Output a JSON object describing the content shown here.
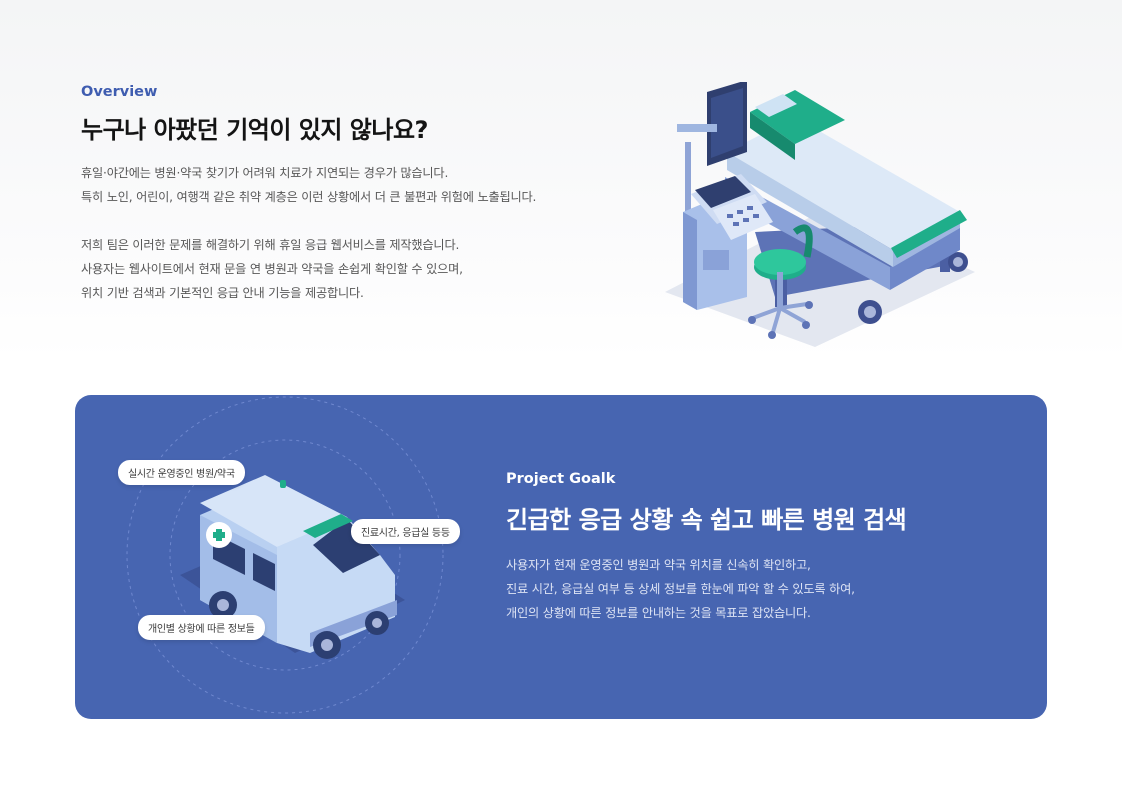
{
  "overview": {
    "eyebrow": "Overview",
    "headline": "누구나 아팠던 기억이 있지 않나요?",
    "paragraph1": [
      "휴일·야간에는 병원·약국 찾기가 어려워 치료가 지연되는 경우가 많습니다.",
      "특히 노인, 어린이, 여행객 같은 취약 계층은 이런 상황에서 더 큰 불편과 위험에 노출됩니다."
    ],
    "paragraph2": [
      "저희 팀은 이러한 문제를 해결하기 위해 휴일 응급 웹서비스를 제작했습니다.",
      "사용자는 웹사이트에서 현재 문을 연 병원과 약국을 손쉽게 확인할 수 있으며,",
      "위치 기반 검색과 기본적인 응급 안내 기능을 제공합니다."
    ],
    "illustration_icon": "hospital-bed-illustration"
  },
  "goal": {
    "eyebrow": "Project Goalk",
    "title": "긴급한 응급 상황 속 쉽고 빠른 병원 검색",
    "lines": [
      "사용자가 현재 운영중인 병원과 약국 위치를 신속히 확인하고,",
      "진료 시간, 응급실 여부 등 상세 정보를 한눈에 파악 할 수 있도록 하여,",
      "개인의 상황에 따른 정보를 안내하는 것을 목표로 잡았습니다."
    ],
    "illustration_icon": "ambulance-illustration",
    "bubbles": {
      "realtime": "실시간 운영중인 병원/약국",
      "hours": "진료시간, 응급실 등등",
      "personal": "개인별 상황에 따른 정보들"
    }
  },
  "colors": {
    "accent": "#3f5db0",
    "panel": "#4765b1",
    "teal": "#1fae8a",
    "ink": "#141414"
  }
}
